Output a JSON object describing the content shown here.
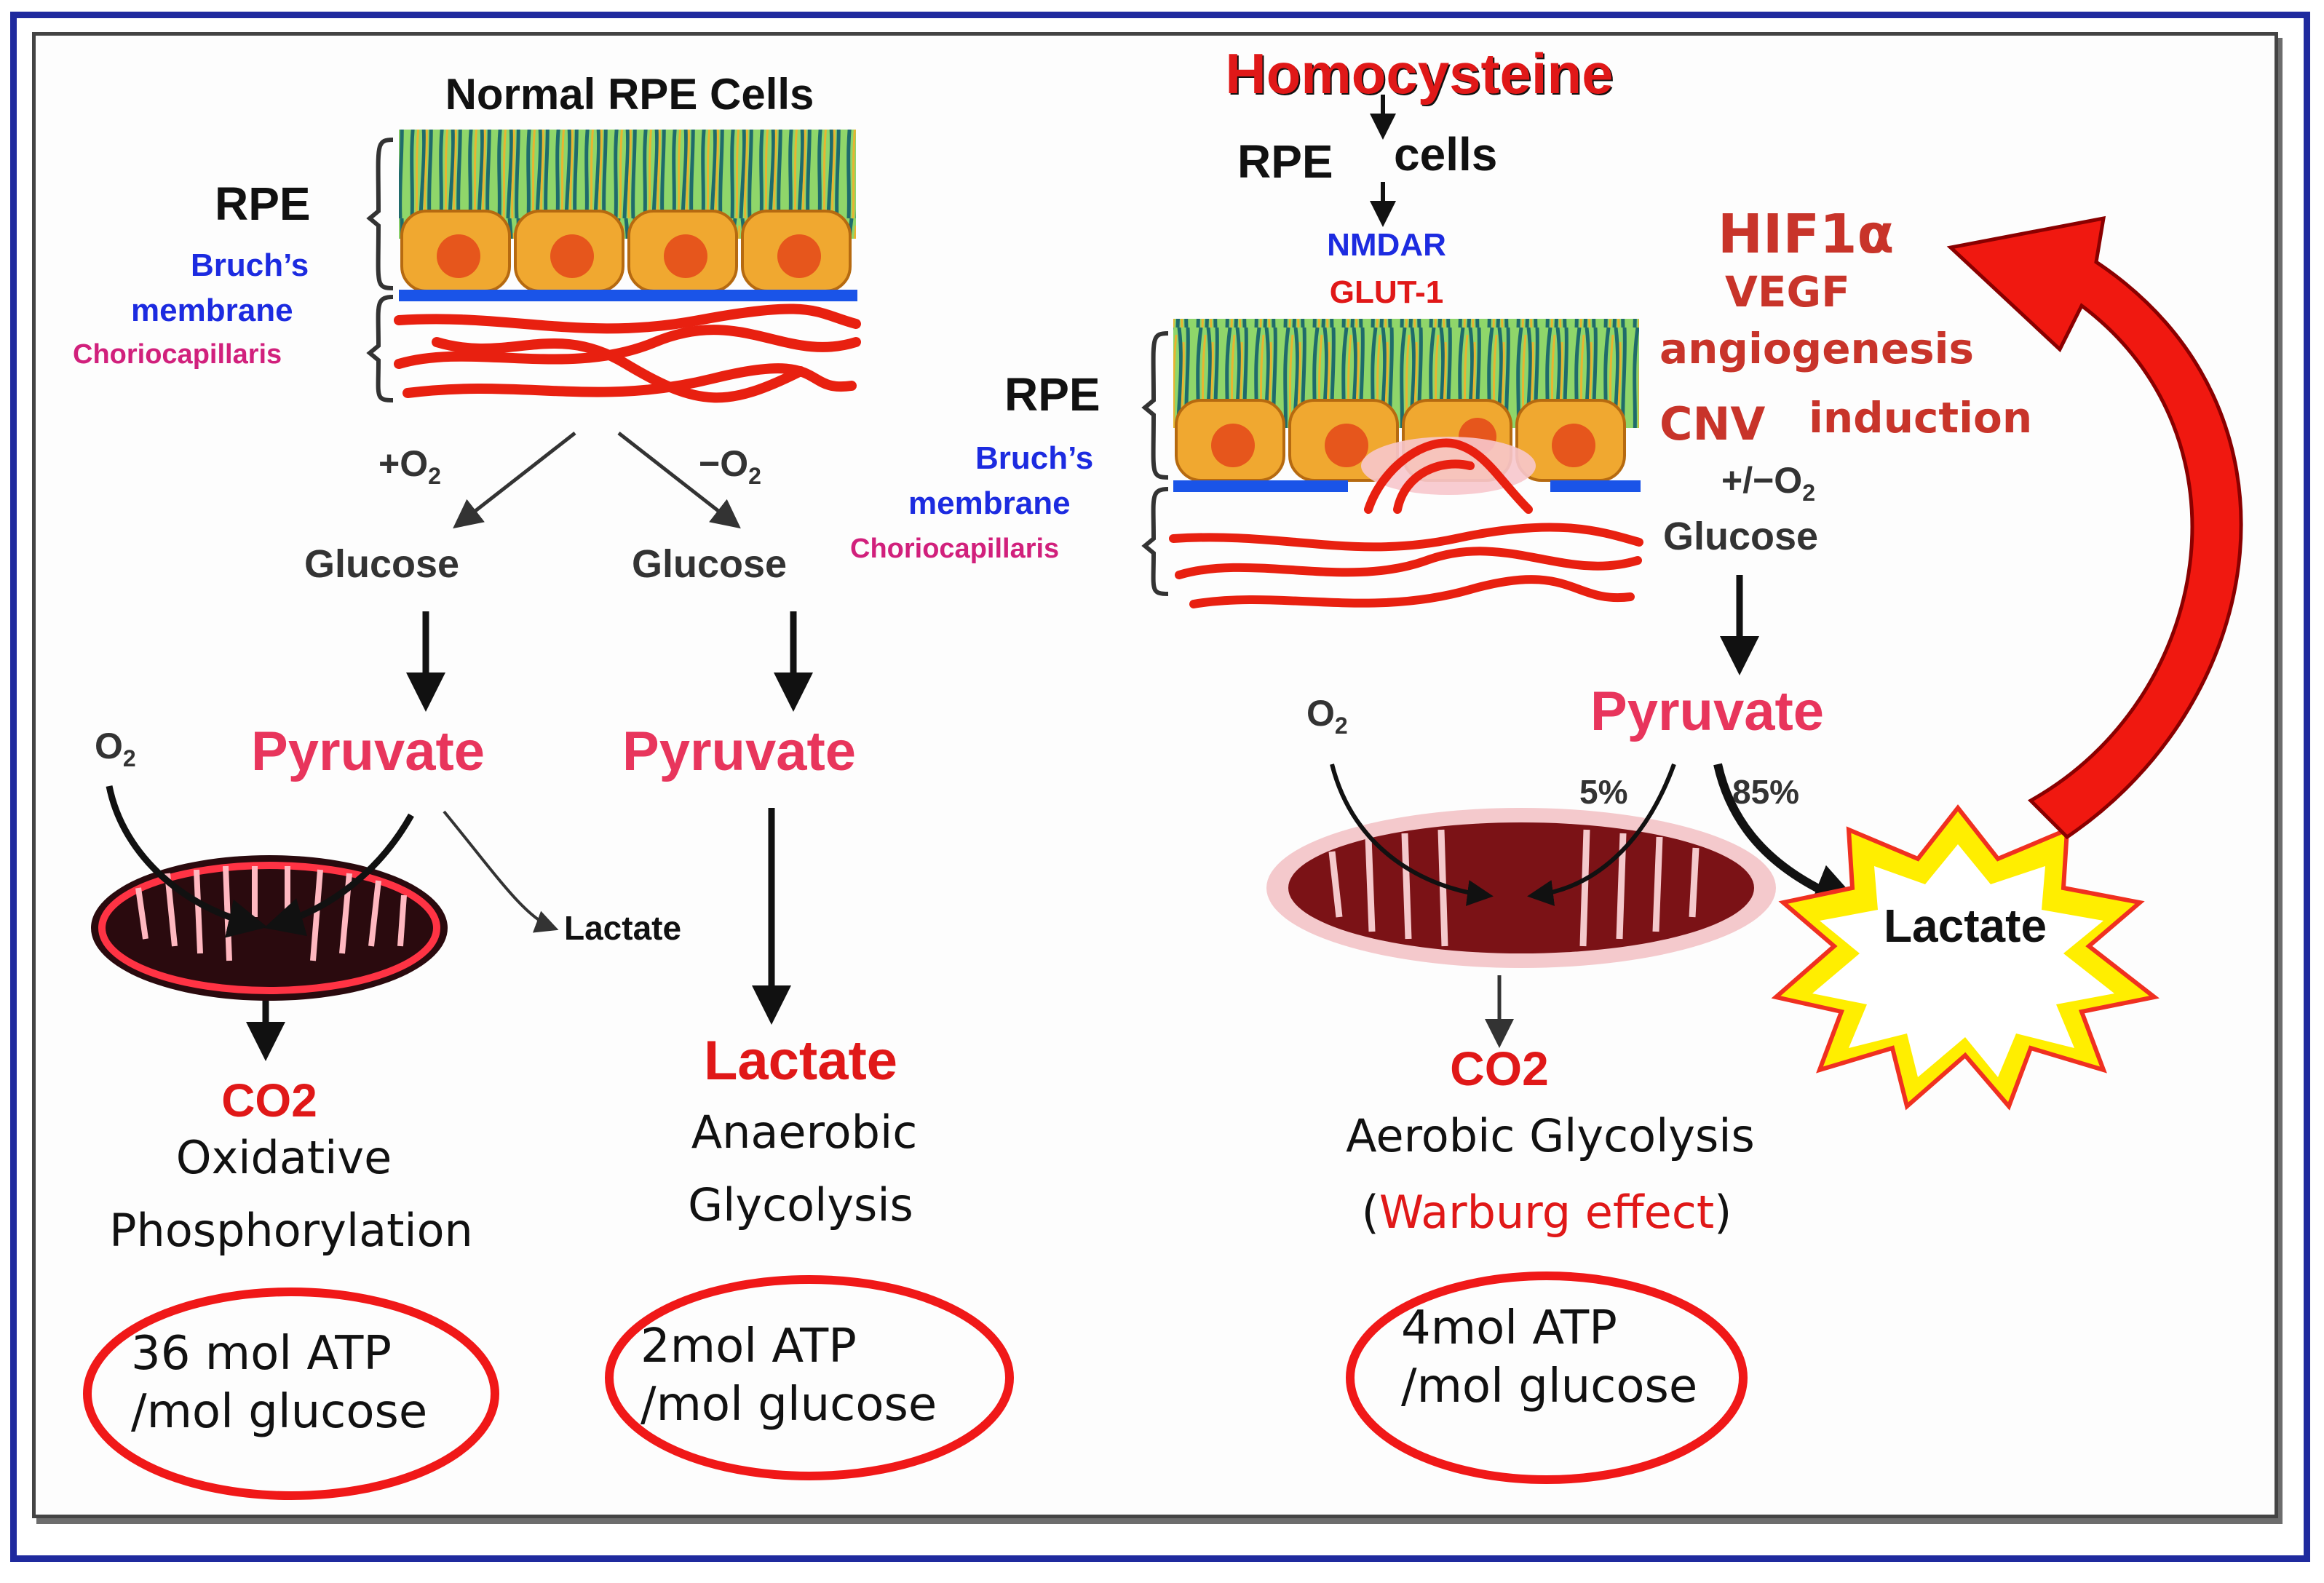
{
  "colors": {
    "frame": "#1f2a9e",
    "red": "#e01818",
    "pyruvate": "#e8355c",
    "blue_label": "#1c2be0",
    "magenta_label": "#d1207c",
    "hif": "#c8342a",
    "burst_yellow": "#ffee00"
  },
  "left_panel": {
    "title": "Normal RPE Cells",
    "rpe_label": "RPE",
    "bruchs_line1": "Bruch’s",
    "bruchs_line2": "membrane",
    "choriocapillaris": "Choriocapillaris",
    "plus_o2": "+O",
    "minus_o2": "−O",
    "o2_sub": "2",
    "glucose": "Glucose",
    "pyruvate": "Pyruvate",
    "o2_left": "O",
    "lactate_small": "Lactate",
    "co2": "CO2",
    "oxidative_line1": "Oxidative",
    "oxidative_line2": "Phosphorylation",
    "atp_line1": "36 mol ATP",
    "atp_line2": "/mol glucose",
    "lactate_big": "Lactate",
    "anaerobic_line1": "Anaerobic",
    "anaerobic_line2": "Glycolysis",
    "atp2_line1": "2mol ATP",
    "atp2_line2": "/mol glucose"
  },
  "right_panel": {
    "homocysteine": "Homocysteine",
    "rpe_cells_a": "RPE",
    "rpe_cells_b": "cells",
    "nmdar": "NMDAR",
    "glut1": "GLUT-1",
    "rpe_label": "RPE",
    "bruchs_line1": "Bruch’s",
    "bruchs_line2": "membrane",
    "choriocapillaris": "Choriocapillaris",
    "hif": "HIF1α",
    "vegf": "VEGF",
    "angiogenesis": "angiogenesis",
    "cnv": "CNV",
    "induction": "induction",
    "plus_minus_o2": "+/−O",
    "glucose": "Glucose",
    "pyruvate": "Pyruvate",
    "o2": "O",
    "pct5": "5%",
    "pct85": "85%",
    "lactate": "Lactate",
    "co2": "CO2",
    "aerobic": "Aerobic Glycolysis",
    "paren_open": "(",
    "warburg": "Warburg effect",
    "paren_close": ")",
    "atp_line1": "4mol ATP",
    "atp_line2": "/mol glucose"
  }
}
